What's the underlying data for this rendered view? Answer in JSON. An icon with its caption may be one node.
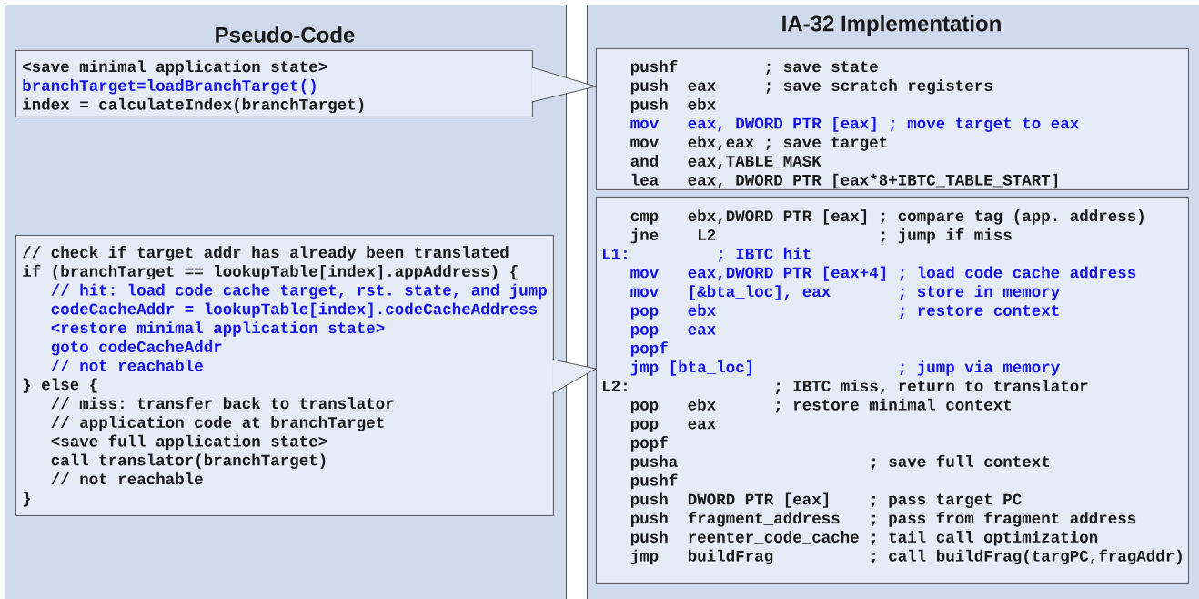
{
  "diagram": {
    "nodes": [
      {
        "text": [
          "Pseudo-Code"
        ]
      },
      {
        "text": [
          "<save minimal application state>",
          "branchTarget=loadBranchTarget()",
          "index = calculateIndex(branchTarget)"
        ],
        "in": 0
      },
      {
        "text": [
          "// check if target addr has already been translated",
          "if (branchTarget == lookupTable[index].appAddress) {",
          "// hit: load code cache target, rst. state, and jump",
          "codeCacheAddr = lookupTable[index].codeCacheAddress",
          "<restore minimal application state>",
          "goto codeCacheAddr",
          "// not reachable",
          "} else {",
          "// miss: transfer back to translator",
          "// application code at branchTarget",
          "<save full application state>",
          "call translator(branchTarget)",
          "// not reachable",
          "}"
        ],
        "in": 0
      },
      {
        "text": [
          "IA-32 Implementation"
        ]
      },
      {
        "text": [
          "pushf         ; save state",
          "push  eax     ; save scratch registers",
          "push  ebx",
          "mov   eax, DWORD PTR [eax] ; move target to eax",
          "mov   ebx,eax ; save target",
          "and   eax,TABLE_MASK",
          "lea   eax, DWORD PTR [eax*8+IBTC_TABLE_START]"
        ],
        "in": 3
      },
      {
        "text": [
          "cmp   ebx,DWORD PTR [eax] ; compare tag (app. address)",
          "jne    L2                 ; jump if miss",
          "L1:         ; IBTC hit",
          "mov   eax,DWORD PTR [eax+4] ; load code cache address",
          "mov   [&bta_loc], eax       ; store in memory",
          "pop   ebx                   ; restore context",
          "pop   eax",
          "popf",
          "jmp [bta_loc]               ; jump via memory",
          "L2:               ; IBTC miss, return to translator",
          "pop   ebx      ; restore minimal context",
          "pop   eax",
          "popf",
          "pusha                    ; save full context",
          "pushf",
          "push  DWORD PTR [eax]    ; pass target PC",
          "push  fragment_address   ; pass from fragment address",
          "push  reenter_code_cache ; tail call optimization",
          "jmp   buildFrag          ; call buildFrag(targPC,fragAddr)"
        ],
        "in": 3
      }
    ],
    "edges": [
      {
        "from": 1,
        "to": 4,
        "arrow": "to"
      },
      {
        "from": 2,
        "to": 5,
        "arrow": "to"
      }
    ]
  }
}
